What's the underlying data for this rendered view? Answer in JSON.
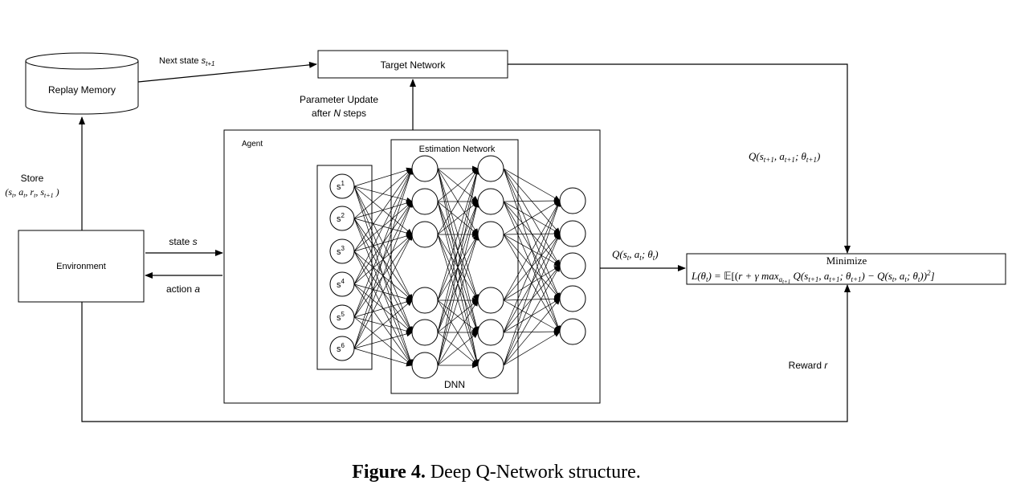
{
  "diagram": {
    "replay_memory": "Replay Memory",
    "next_state_label": "Next state",
    "next_state_sub": "t+1",
    "target_network": "Target Network",
    "param_update_line1": "Parameter Update",
    "param_update_line2_pre": "after ",
    "param_update_line2_n": "N",
    "param_update_line2_post": " steps",
    "agent": "Agent",
    "estimation_network": "Estimation Network",
    "dnn": "DNN",
    "store_label": "Store",
    "store_tuple": "(s",
    "environment": "Environment",
    "state_label": "state ",
    "state_var": "s",
    "action_label": "action ",
    "action_var": "a",
    "q_target": "Q(s",
    "q_estimate": "Q(s",
    "minimize_title": "Minimize",
    "loss_formula": "L(θ",
    "reward_label": "Reward ",
    "reward_var": "r",
    "inputs": [
      "s1",
      "s2",
      "s3",
      "s4",
      "s5",
      "s6"
    ]
  },
  "caption": {
    "figure_label": "Figure 4.",
    "text": "Deep Q-Network structure."
  }
}
